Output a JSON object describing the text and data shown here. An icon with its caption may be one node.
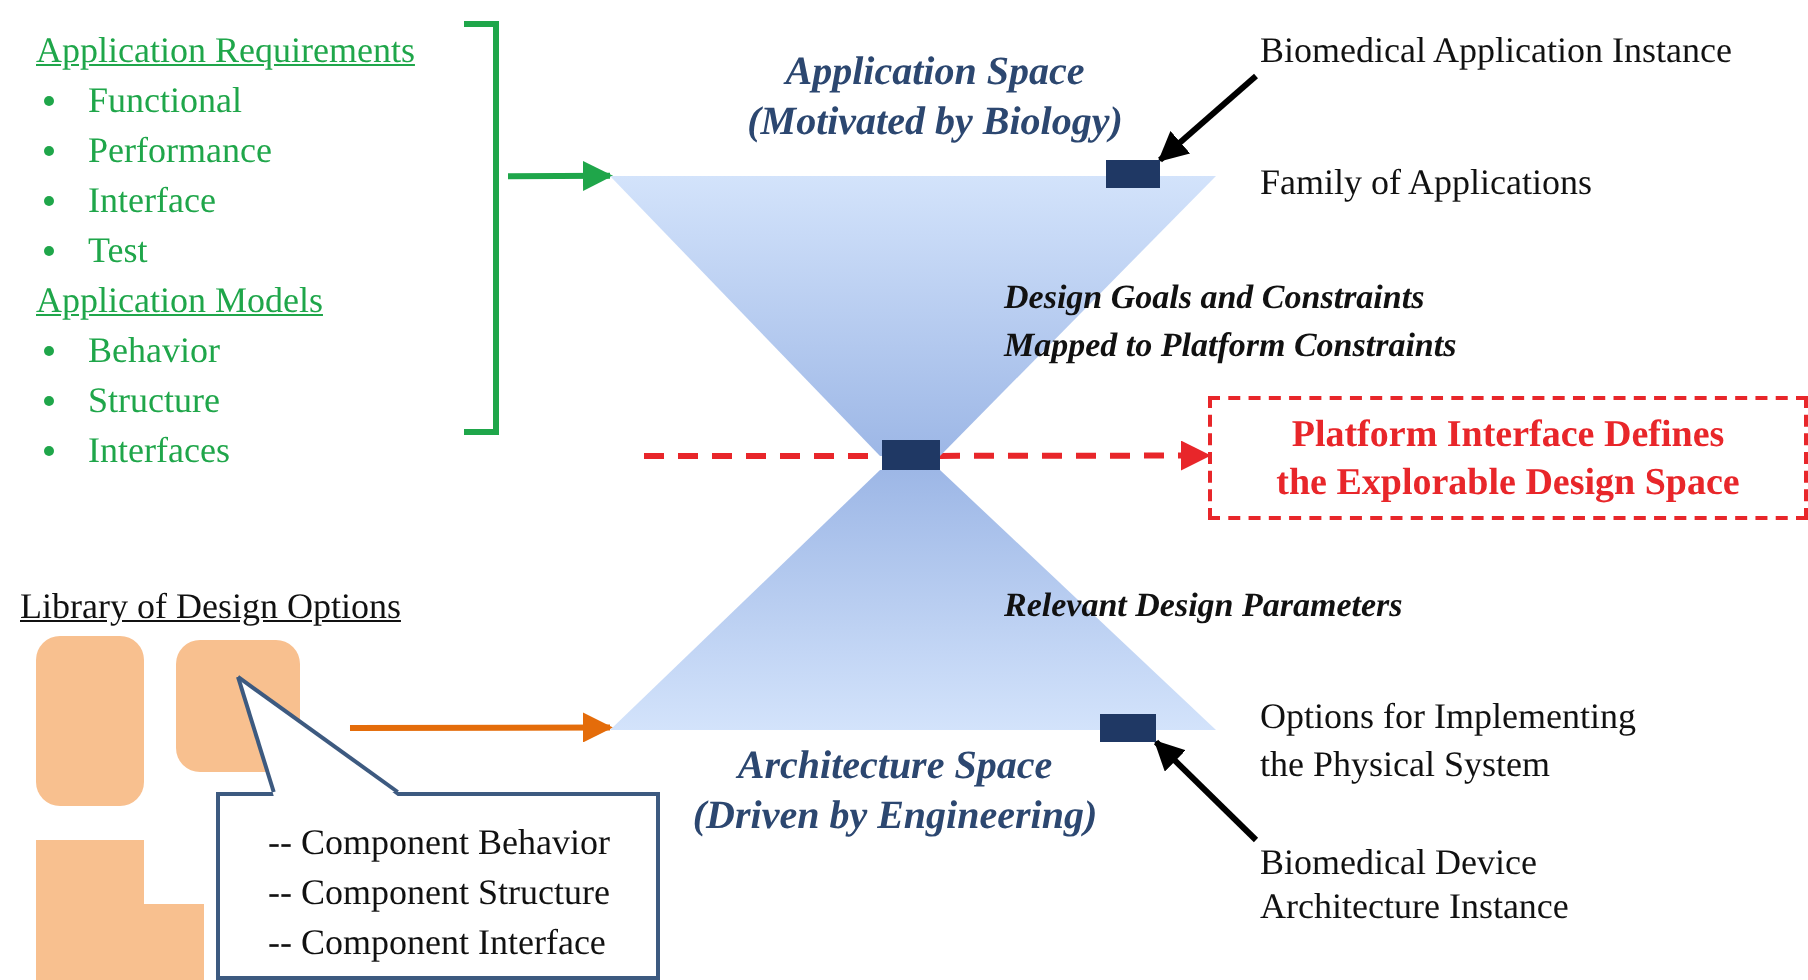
{
  "diagram": {
    "nodes": [
      {
        "text": [
          "Application Requirements",
          "Functional",
          "Performance",
          "Interface",
          "Test",
          "Application Models",
          "Behavior",
          "Structure",
          "Interfaces"
        ]
      },
      {
        "text": [
          "Application Space (Motivated by Biology)"
        ]
      },
      {
        "text": [],
        "shape": "box",
        "in": 1
      },
      {
        "text": [
          "Biomedical Application Instance"
        ]
      },
      {
        "text": [],
        "shape": "box"
      },
      {
        "text": [
          "Platform Interface Defines the Explorable Design Space"
        ]
      },
      {
        "text": [
          "Architecture Space (Driven by Engineering)"
        ]
      },
      {
        "text": [],
        "shape": "box",
        "in": 6
      },
      {
        "text": [
          "Biomedical Device Architecture Instance"
        ]
      },
      {
        "text": [],
        "shape": "box"
      },
      {
        "text": [],
        "shape": "box"
      },
      {
        "text": [],
        "shape": "box"
      },
      {
        "text": [
          "-- Component Behavior",
          "-- Component Structure",
          "-- Component Interface"
        ]
      }
    ],
    "edges": [
      {
        "from": 0,
        "to": 1,
        "arrow": "to",
        "color": "#1fa64a"
      },
      {
        "from": 3,
        "to": 2,
        "arrow": "to"
      },
      {
        "from": null,
        "to": 4,
        "arrow": "none",
        "style": "dashed",
        "color": "#e8262a"
      },
      {
        "from": 4,
        "to": 5,
        "arrow": "to",
        "style": "dashed",
        "color": "#e8262a"
      },
      {
        "from": 8,
        "to": 7,
        "arrow": "to"
      },
      {
        "from": 12,
        "to": 10,
        "arrow": "none",
        "color": "#3d5a80"
      },
      {
        "from": null,
        "to": 6,
        "arrow": "to",
        "color": "#e46c0a"
      }
    ],
    "labels": [
      "Family of Applications",
      "Design Goals and Constraints Mapped to Platform Constraints",
      "Library of Design Options",
      "Relevant Design Parameters",
      "Options for Implementing the Physical System"
    ]
  }
}
